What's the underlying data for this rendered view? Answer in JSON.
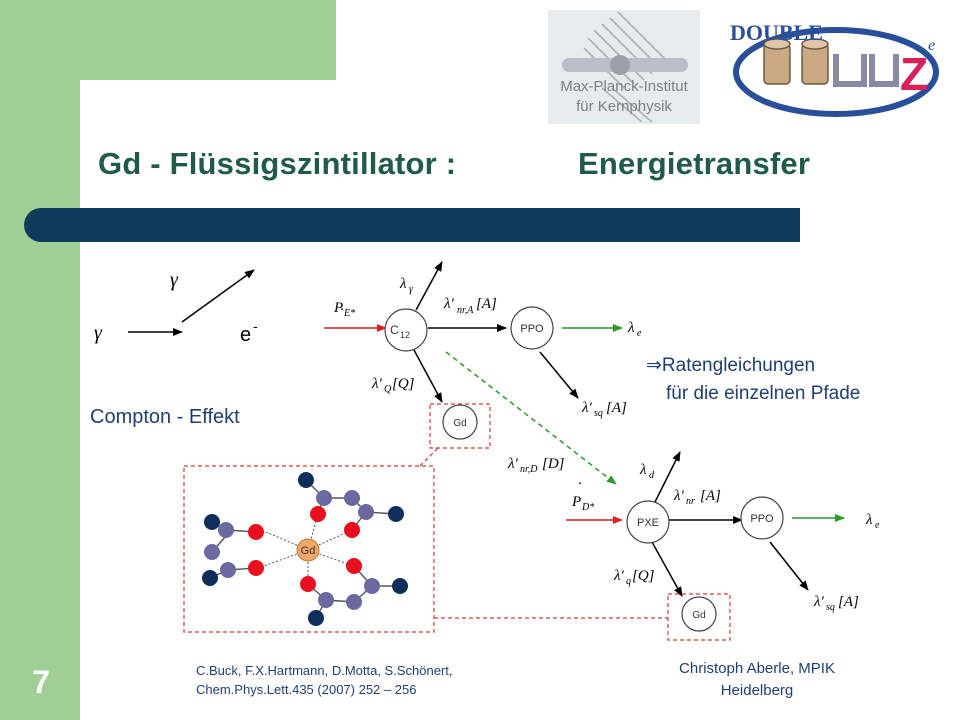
{
  "slide": {
    "title_left": "Gd - Flüssigszintillator :",
    "title_right": "Energietransfer",
    "number": "7",
    "reference_line1": "C.Buck, F.X.Hartmann, D.Motta, S.Schönert,",
    "reference_line2": "Chem.Phys.Lett.435 (2007) 252 – 256",
    "author_line1": "Christoph Aberle, MPIK",
    "author_line2": "Heidelberg"
  },
  "logos": {
    "mpik_line1": "Max-Planck-Institut",
    "mpik_line2": "für Kernphysik",
    "double": "DOUBLE",
    "z": "Z",
    "e": "e"
  },
  "compton": {
    "gamma_in": "γ",
    "gamma_out": "γ",
    "electron": "e",
    "electron_sup": "-",
    "label": "Compton - Effekt"
  },
  "rates_note": {
    "arrow": "⇒",
    "line1": "Ratengleichungen",
    "line2": "für die einzelnen Pfade"
  },
  "nodes": {
    "c12": "C",
    "c12_sub": "12",
    "ppo_top": "PPO",
    "gd_top": "Gd",
    "pxe": "PXE",
    "ppo_bottom": "PPO",
    "gd_bottom": "Gd",
    "gd_complex": "Gd"
  },
  "rates": {
    "p_e_top": "P",
    "p_e_top_sub": "E*",
    "lambda_gamma": "λ",
    "lambda_gamma_sub": "γ",
    "lambda_nr_a": "λ'",
    "lambda_nr_a_sub": "nr,A",
    "lambda_nr_a_bracket": "[A]",
    "lambda_e_top": "λ",
    "lambda_e_top_sub": "e",
    "lambda_q_top": "λ'",
    "lambda_q_top_sub": "Q",
    "lambda_q_top_bracket": "[Q]",
    "lambda_sq_top": "λ'",
    "lambda_sq_top_sub": "sq",
    "lambda_sq_top_bracket": "[A]",
    "lambda_nr_d": "λ'",
    "lambda_nr_d_sub": "nr,D",
    "lambda_nr_d_bracket": "[D]",
    "p_d": "P",
    "p_d_sub": "D*",
    "lambda_d": "λ",
    "lambda_d_sub": "d",
    "lambda_nr_bottom": "λ'",
    "lambda_nr_bottom_sub": "nr",
    "lambda_nr_bottom_bracket": "[A]",
    "lambda_e_bottom": "λ",
    "lambda_e_bottom_sub": "e",
    "lambda_q_bottom": "λ'",
    "lambda_q_bottom_sub": "q",
    "lambda_q_bottom_bracket": "[Q]",
    "lambda_sq_bottom": "λ'",
    "lambda_sq_bottom_sub": "sq",
    "lambda_sq_bottom_bracket": "[A]"
  },
  "colors": {
    "green_band": "#9fcf95",
    "navy": "#0e3a5c",
    "title": "#1f5a4a",
    "text_blue": "#1f3e73",
    "arrow_red": "#e02020",
    "arrow_green": "#2a9a2a",
    "dashed_red": "#d23a3a",
    "atom_red": "#e8101e",
    "atom_blue": "#6a6aa0",
    "atom_navy": "#0f2f5a",
    "gd_orange": "#f0a868"
  }
}
